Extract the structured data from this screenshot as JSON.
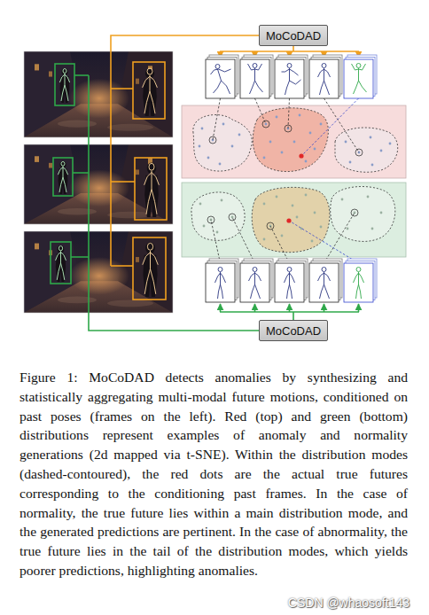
{
  "diagram": {
    "caption": "Figure 1: MoCoDAD detects anomalies by synthesizing and statistically aggregating multi-modal future motions, conditioned on past poses (frames on the left). Red (top) and green (bottom) distributions represent examples of anomaly and normality generations (2d mapped via t-SNE). Within the distribution modes (dashed-contoured), the red dots are the actual true futures corresponding to the conditioning past frames. In the case of normality, the true future lies within a main distribution mode, and the generated predictions are pertinent. In the case of abnormality, the true future lies in the tail of the distribution modes, which yields poorer predictions, highlighting anomalies.",
    "nodes": [
      {
        "text": [
          "MoCoDAD"
        ]
      },
      {
        "text": [
          "MoCoDAD"
        ]
      }
    ],
    "labels": [
      "CSDN @whaosoft143"
    ]
  }
}
